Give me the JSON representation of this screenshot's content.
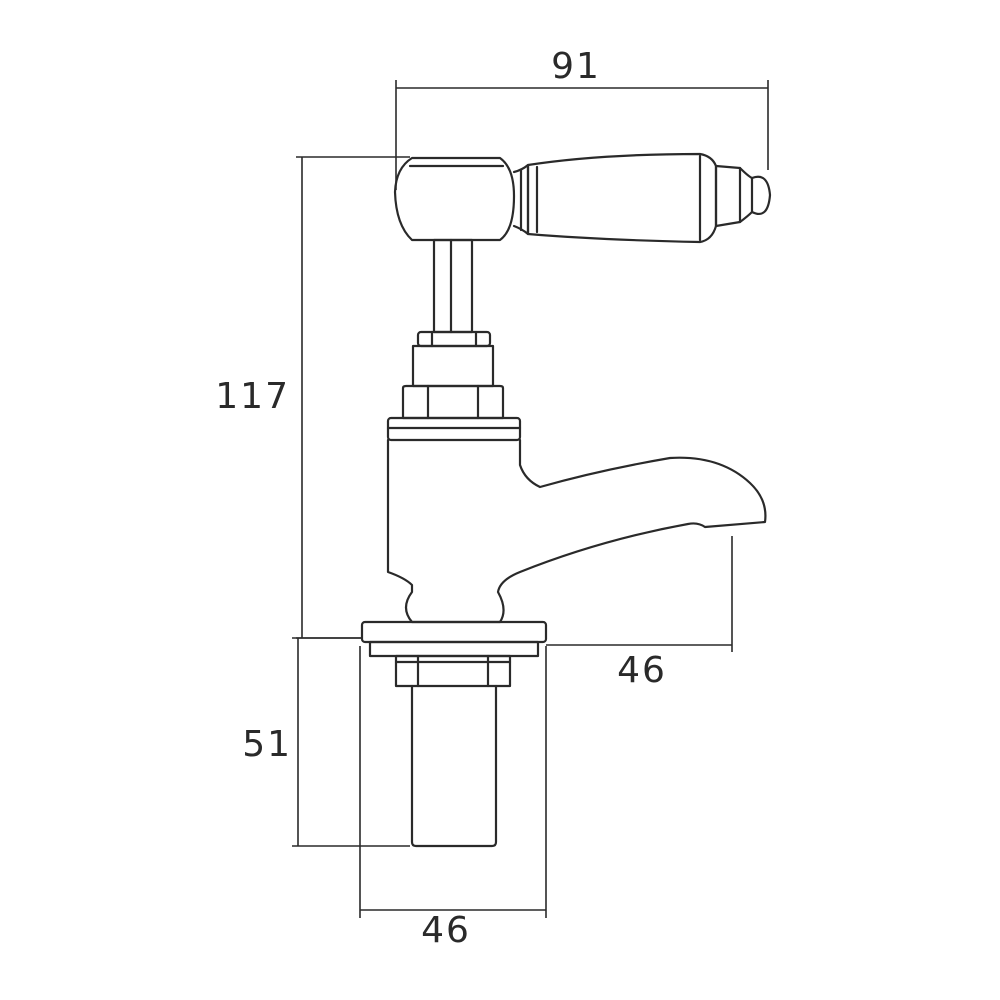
{
  "dimensions": {
    "handle_reach": "91",
    "overall_height": "117",
    "spout_projection": "46",
    "tail_length": "51",
    "base_width": "46"
  },
  "colors": {
    "line": "#2a2a2a",
    "background": "#ffffff"
  }
}
